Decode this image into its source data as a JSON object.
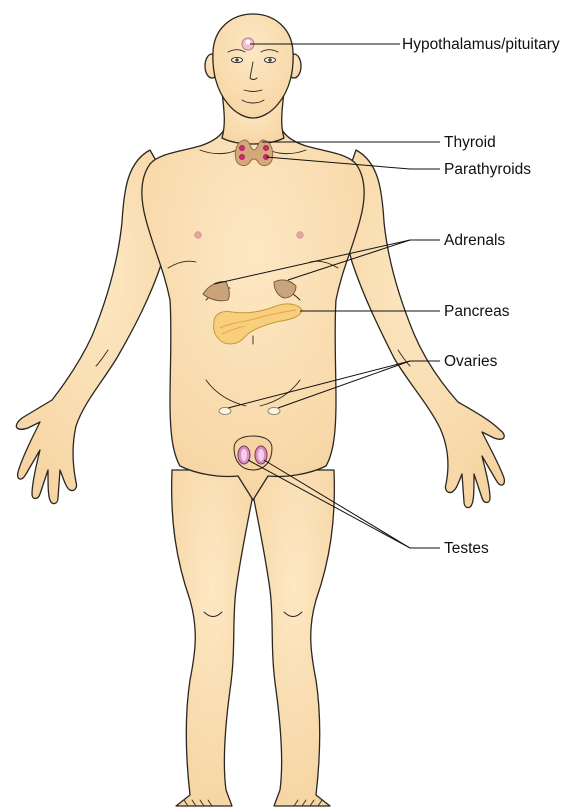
{
  "labels": {
    "hypothalamus_pituitary": "Hypothalamus/pituitary",
    "thyroid": "Thyroid",
    "parathyroids": "Parathyroids",
    "adrenals": "Adrenals",
    "pancreas": "Pancreas",
    "ovaries": "Ovaries",
    "testes": "Testes"
  },
  "colors": {
    "skin": "#fbe0b4",
    "skin_outline": "#2b2620",
    "skin_shade": "#e9c08b",
    "thyroid": "#d6a77a",
    "parathyroid": "#d0286e",
    "adrenal": "#c9a37a",
    "pancreas": "#f8cf7c",
    "ovary": "#fdf6e6",
    "testis": "#d98fc0",
    "pituitary": "#f2c1cc"
  }
}
